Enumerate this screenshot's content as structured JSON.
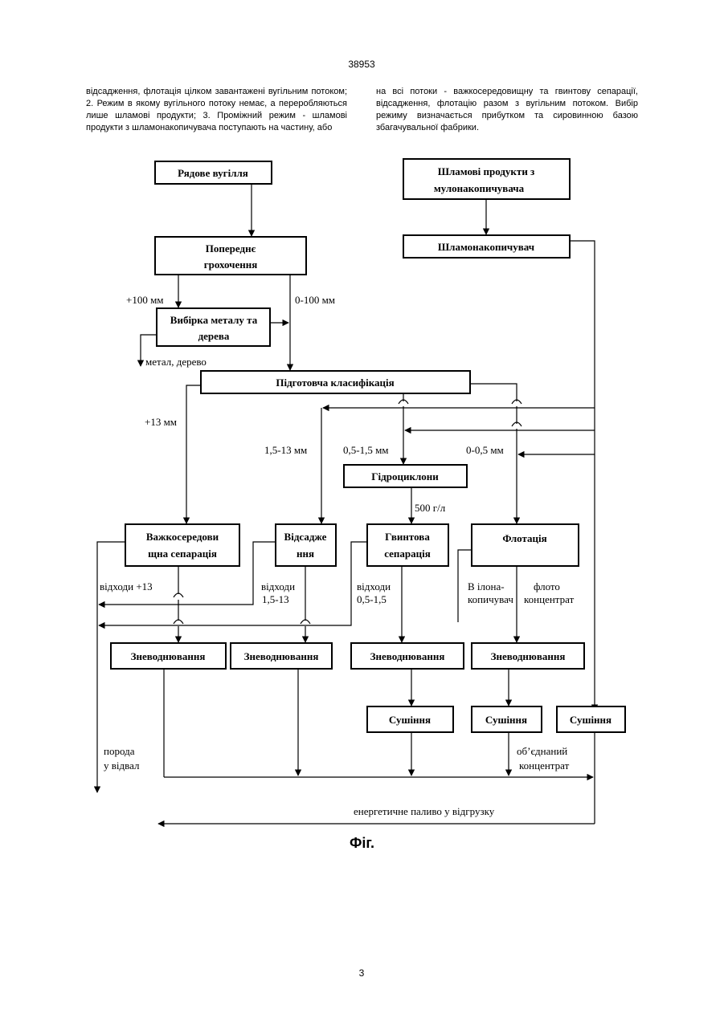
{
  "header": {
    "page_code": "38953"
  },
  "text": {
    "left_column": "відсадження, флотація цілком завантажені вугільним потоком; 2. Режим в якому вугільного потоку немає, а переробляються лише шламові продукти; 3. Проміжний режим - шламові продукти з шламонакопичувача поступають на частину, або",
    "right_column": "на всі потоки - важкосередовищну та гвинтову сепарації, відсадження, флотацію разом з вугільним потоком. Вибір режиму визначається прибутком та сировинною базою збагачувальної фабрики."
  },
  "diagram": {
    "boxes": {
      "raw_coal": "Рядове вугілля",
      "sludge_products_1": "Шламові продукти з",
      "sludge_products_2": "мулонакопичувача",
      "sludge_storage": "Шламонакопичувач",
      "prescreen_1": "Попереднє",
      "prescreen_2": "грохочення",
      "metal_pick_1": "Вибірка металу та",
      "metal_pick_2": "дерева",
      "prep_class": "Підготовча класифікація",
      "hydrocyclones": "Гідроциклони",
      "heavy_media_1": "Важкосередови",
      "heavy_media_2": "щна  сепарація",
      "jigging_1": "Відсадже",
      "jigging_2": "ння",
      "spiral_1": "Гвинтова",
      "spiral_2": "сепарація",
      "flotation": "Флотація",
      "dewater": "Зневоднювання",
      "drying": "Сушіння"
    },
    "labels": {
      "plus100": "+100 мм",
      "range0_100": "0-100 мм",
      "metal_wood": "метал, дерево",
      "plus13": "+13 мм",
      "r1_5_13": "1,5-13 мм",
      "r05_15": "0,5-1,5 мм",
      "r0_05": "0-0,5 мм",
      "g500": "500 г/л",
      "waste13": "відходи +13",
      "waste_1_5_13_a": "відходи",
      "waste_1_5_13_b": "1,5-13",
      "waste_05_15_a": "відходи",
      "waste_05_15_b": "0,5-1,5",
      "to_sludge_a": "В ілона-",
      "to_sludge_b": "копичувач",
      "flot_conc_a": "флото",
      "flot_conc_b": "концентрат",
      "rock_a": "порода",
      "rock_b": "у відвал",
      "combined_a": "об’єднаний",
      "combined_b": "концентрат",
      "fuel": "енергетичне паливо  у відгрузку"
    },
    "caption": "Фіг."
  },
  "footer": {
    "page_number": "3"
  }
}
